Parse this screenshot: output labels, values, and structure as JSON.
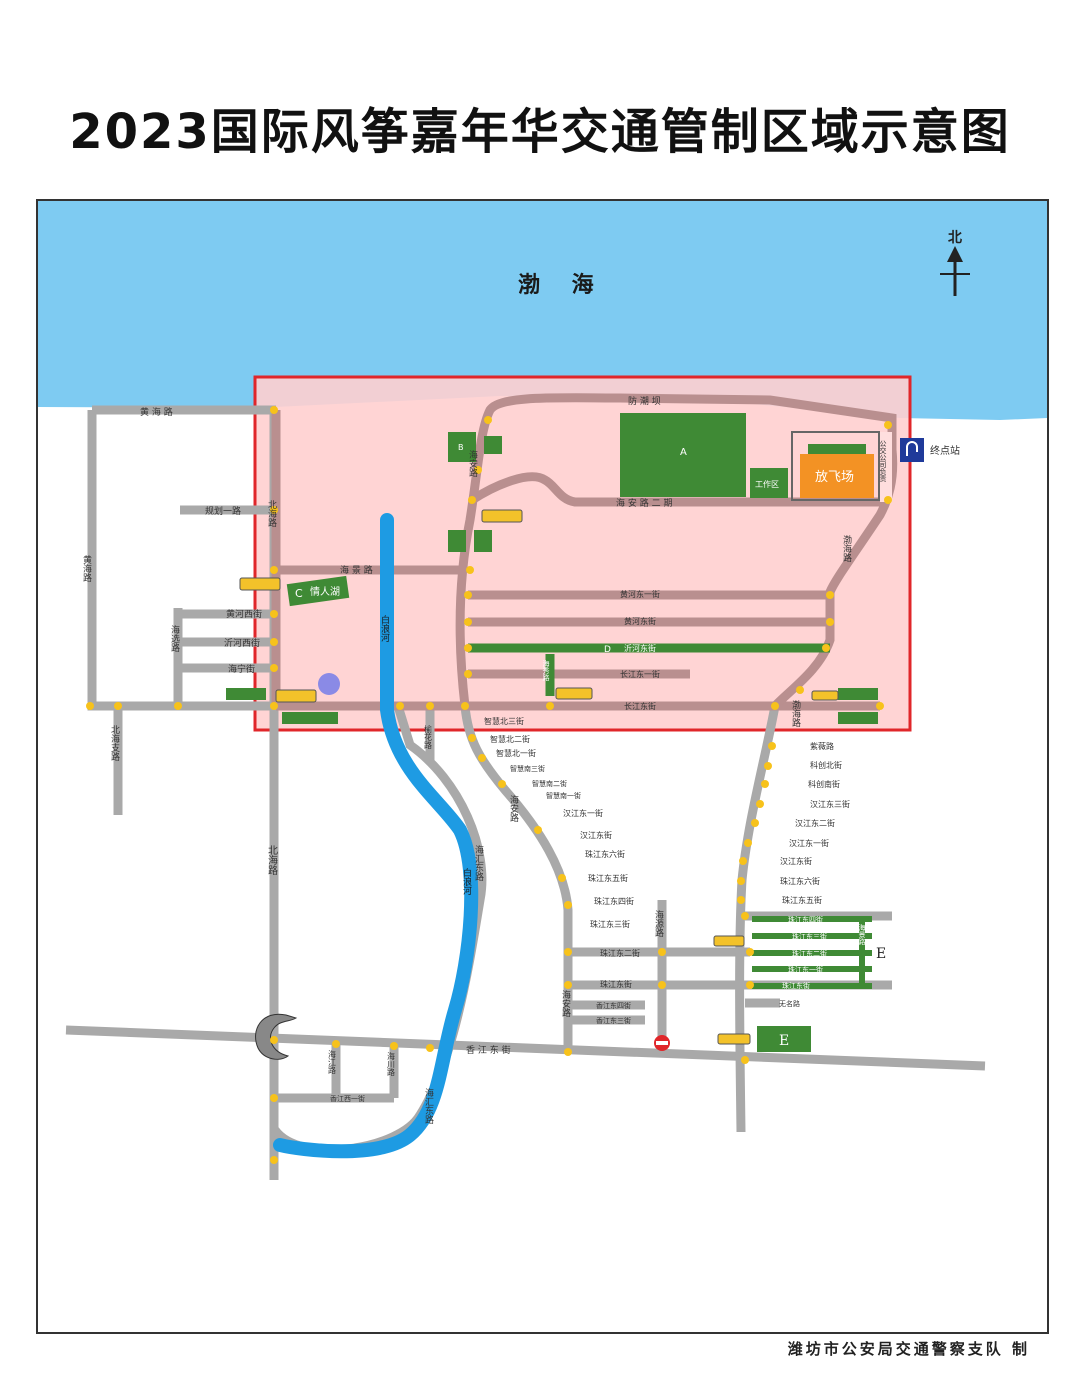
{
  "title": "2023国际风筝嘉年华交通管制区域示意图",
  "footer": "潍坊市公安局交通警察支队 制",
  "colors": {
    "sea": "#7ecbf2",
    "control_zone": "#ffcfcf",
    "control_border": "#e0262a",
    "road": "#a9a9a9",
    "controlled_road": "#b98f8f",
    "river": "#1e9be3",
    "parking": "#3f8a35",
    "field": "#f39224",
    "signal": "#f7c21b"
  },
  "sea_label": "渤 海",
  "compass": {
    "label": "北",
    "icon": "north-arrow-icon"
  },
  "terminal_label": "终点站",
  "areas": {
    "A": "A",
    "B": "B",
    "C": "C",
    "D": "D",
    "E": "E",
    "lovers_lake": "情人湖",
    "launch_field": "放飞场",
    "work_area": "工作区",
    "bus_lane": "公交公司负责"
  },
  "roads": {
    "huanghai_lu_top": "黄 海 路",
    "huanghai_lu_left": "黄海路",
    "guihua_yilu": "规划一路",
    "beihai_lu_upper": "北海路",
    "beihai_lu_lower": "北海路",
    "haijing_lu": "海 景 路",
    "huanghe_xijie": "黄河西街",
    "yihe_xijie": "沂河西街",
    "haining_jie": "海宁街",
    "haixuan_lu": "海选路",
    "beihai_zhilu": "北海支路",
    "bailang_he_upper": "白浪河",
    "bailang_he_lower": "白浪河",
    "haian_lu_upper": "海安路",
    "haian_lu_mid": "海安路",
    "haian_lu_lower": "海安路",
    "haian_lu_erqi": "海 安 路 二 期",
    "fangchao_ba": "防 潮 坝",
    "huanghe_dong_yijie": "黄河东一街",
    "huanghe_dongjie": "黄河东街",
    "yihe_dongjie": "沂河东街",
    "changjiang_dong_yijie": "长江东一街",
    "changjiang_dongjie": "长江东街",
    "haixiu_lu": "海秀路",
    "bohai_lu_upper": "渤海路",
    "bohai_lu_lower": "渤海路",
    "yuhua_lu": "榆花路",
    "zhihui_bei_sanjie": "智慧北三街",
    "zhihui_bei_erjie": "智慧北二街",
    "zhihui_bei_yijie": "智慧北一街",
    "zhihui_nan_sanjie": "智慧南三街",
    "zhihui_nan_erjie": "智慧南二街",
    "zhihui_nan_yijie": "智慧南一街",
    "hanjiang_dong_yijie_w": "汉江东一街",
    "hanjiang_dongjie_w": "汉江东街",
    "zhujiang_dong_liujie_w": "珠江东六街",
    "zhujiang_dong_wujie_w": "珠江东五街",
    "zhujiang_dong_sijie_w": "珠江东四街",
    "zhujiang_dong_sanjie_w": "珠江东三街",
    "zhujiang_dong_erjie_w": "珠江东二街",
    "zhujiang_dongjie_w": "珠江东街",
    "xiangjiang_dong_sijie": "香江东四街",
    "xiangjiang_dong_sanjie": "香江东三街",
    "xiangjiang_dongjie": "香 江 东 街",
    "xiangjiang_xi_yijie": "香江西一街",
    "haihui_donglu_upper": "海汇东路",
    "haihui_donglu_lower": "海汇东路",
    "haiyuan_lu": "海源路",
    "haijiang_lu": "海江路",
    "haichuan_lu": "海川路",
    "ziwei_lu": "紫薇路",
    "kechuang_beijie": "科创北街",
    "kechuang_nanjie": "科创南街",
    "hanjiang_dong_sanjie": "汉江东三街",
    "hanjiang_dong_erjie": "汉江东二街",
    "hanjiang_dong_yijie_e": "汉江东一街",
    "hanjiang_dongjie_e": "汉江东街",
    "zhujiang_dong_liujie_e": "珠江东六街",
    "zhujiang_dong_wujie_e": "珠江东五街",
    "zhujiang_dong_sijie_e": "珠江东四街",
    "zhujiang_dong_sanjie_e": "珠江东三街",
    "zhujiang_dong_erjie_e": "珠江东二街",
    "zhujiang_dong_yijie_e": "珠江东一街",
    "zhujiang_dongjie_e": "珠江东街",
    "wuming_lu": "无名路",
    "haijing_lu_e": "海景路"
  }
}
